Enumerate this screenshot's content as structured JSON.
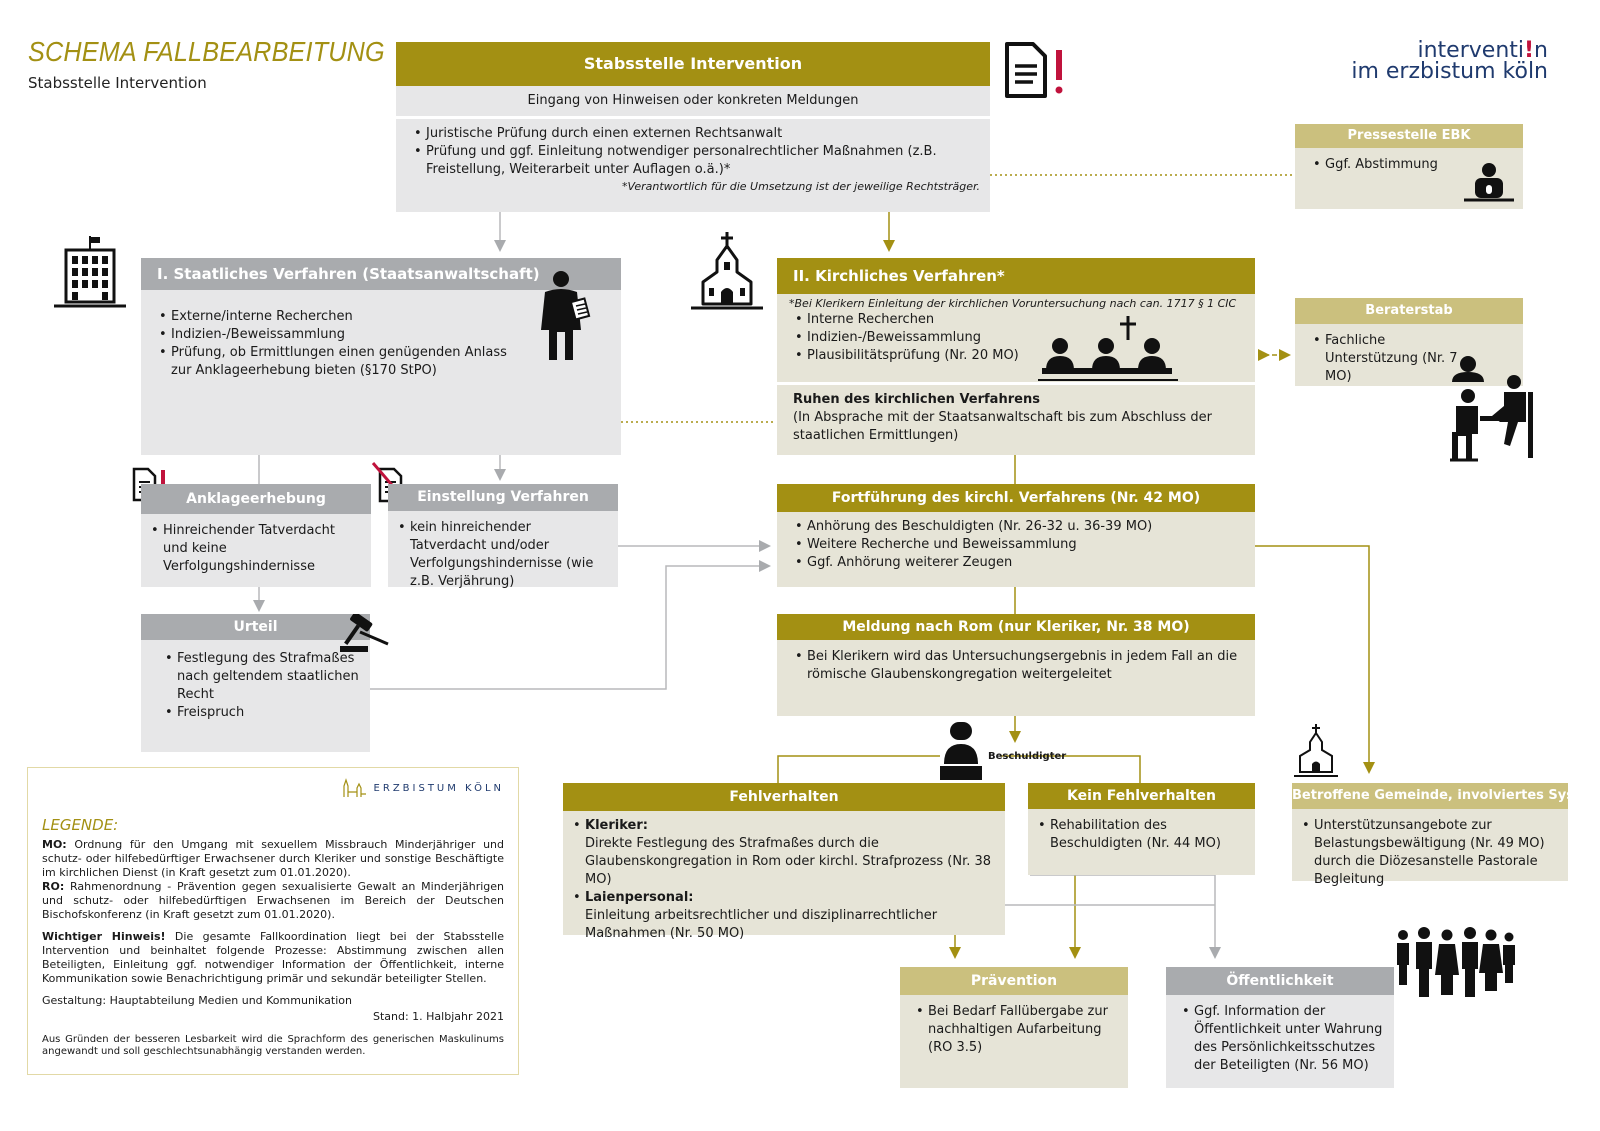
{
  "header": {
    "title": "SCHEMA FALLBEARBEITUNG",
    "subtitle": "Stabsstelle Intervention"
  },
  "logo": {
    "line1_pre": "interventi",
    "line1_mark": "!",
    "line1_post": "n",
    "line2": "im erzbistum köln"
  },
  "stabsstelle": {
    "title": "Stabsstelle Intervention",
    "subtitle": "Eingang von Hinweisen oder konkreten Meldungen",
    "items": [
      "Juristische Prüfung durch einen externen Rechtsanwalt",
      "Prüfung und ggf. Einleitung notwendiger personalrechtlicher Maßnahmen (z.B. Freistellung, Weiterarbeit unter Auflagen o.ä.)*"
    ],
    "note": "*Verantwortlich für die Umsetzung ist der jeweilige Rechtsträger."
  },
  "presse": {
    "title": "Pressestelle EBK",
    "items": [
      "Ggf. Abstimmung"
    ]
  },
  "staatlich": {
    "title": "I. Staatliches Verfahren (Staatsanwaltschaft)",
    "items": [
      "Externe/interne Recherchen",
      "Indizien-/Beweissammlung",
      "Prüfung, ob Ermittlungen einen genügenden Anlass zur Anklageerhebung bieten (§170 StPO)"
    ]
  },
  "kirchlich": {
    "title": "II. Kirchliches Verfahren*",
    "note": "*Bei Klerikern Einleitung der kirchlichen Voruntersuchung nach can. 1717 § 1 CIC",
    "items": [
      "Interne Recherchen",
      "Indizien-/Beweissammlung",
      "Plausibilitätsprüfung (Nr. 20 MO)"
    ],
    "ruhen_title": "Ruhen des kirchlichen Verfahrens",
    "ruhen_text": "(In Absprache mit der Staatsanwaltschaft bis zum Abschluss der staatlichen Ermittlungen)"
  },
  "beraterstab": {
    "title": "Beraterstab",
    "items": [
      "Fachliche Unterstützung (Nr. 7 MO)"
    ]
  },
  "anklage": {
    "title": "Anklageerhebung",
    "items": [
      "Hinreichender Tatverdacht und keine Verfolgungshindernisse"
    ]
  },
  "einstellung": {
    "title": "Einstellung Verfahren",
    "items": [
      "kein hinreichender Tatverdacht und/oder Verfolgungshindernisse (wie z.B. Verjährung)"
    ]
  },
  "urteil": {
    "title": "Urteil",
    "items": [
      "Festlegung des Strafmaßes nach geltendem staatlichen Recht",
      "Freispruch"
    ]
  },
  "fortfuehrung": {
    "title": "Fortführung des kirchl. Verfahrens (Nr. 42 MO)",
    "items": [
      "Anhörung des Beschuldigten (Nr. 26-32 u. 36-39 MO)",
      "Weitere Recherche und Beweissammlung",
      "Ggf. Anhörung weiterer Zeugen"
    ]
  },
  "meldung": {
    "title": "Meldung nach Rom (nur Kleriker, Nr. 38 MO)",
    "items": [
      "Bei Klerikern wird das Untersuchungsergebnis in jedem Fall an die römische Glaubenskongregation weitergeleitet"
    ]
  },
  "beschuldigter_label": "Beschuldigter",
  "fehlverhalten": {
    "title": "Fehlverhalten",
    "k_label": "Kleriker:",
    "k_text": "Direkte Festlegung des Strafmaßes durch die Glaubenskongregation in Rom oder kirchl. Strafprozess (Nr. 38 MO)",
    "l_label": "Laienpersonal:",
    "l_text": "Einleitung arbeitsrechtlicher und disziplinarrechtlicher Maßnahmen (Nr. 50 MO)"
  },
  "kein_fehlverhalten": {
    "title": "Kein Fehlverhalten",
    "items": [
      "Rehabilitation des Beschuldigten (Nr. 44 MO)"
    ]
  },
  "gemeinde": {
    "title": "Betroffene Gemeinde, involviertes System",
    "items": [
      "Unterstützunsangebote zur Belastungsbewältigung (Nr. 49 MO) durch die Diözesanstelle Pastorale Begleitung"
    ]
  },
  "praevention": {
    "title": "Prävention",
    "items": [
      "Bei Bedarf Fallübergabe zur nachhaltigen Aufarbeitung (RO 3.5)"
    ]
  },
  "oeffentlichkeit": {
    "title": "Öffentlichkeit",
    "items": [
      "Ggf. Information der Öffentlichkeit unter Wahrung des Persönlichkeitsschutzes der Beteiligten (Nr. 56 MO)"
    ]
  },
  "legend": {
    "brand": "ERZBISTUM KÖLN",
    "title": "LEGENDE:",
    "mo_label": "MO:",
    "mo_text": "Ordnung für den Umgang mit sexuellem Missbrauch Minderjähriger und schutz- oder hilfebedürftiger Erwachsener durch Kleriker und sonstige Beschäftigte im kirchlichen Dienst (in Kraft gesetzt zum 01.01.2020).",
    "ro_label": "RO:",
    "ro_text": "Rahmenordnung - Prävention gegen sexualisierte Gewalt an Minderjährigen und schutz- oder hilfebedürftigen Erwachsenen im Bereich der Deutschen Bischofskonferenz (in Kraft gesetzt zum 01.01.2020).",
    "hint_label": "Wichtiger Hinweis!",
    "hint_text": "Die gesamte Fallkoordination liegt bei der Stabsstelle Intervention und beinhaltet folgende Prozesse: Abstimmung zwischen allen Beteiligten, Einleitung ggf. notwendiger Information der Öffentlichkeit, interne Kommunikation sowie Benachrichtigung primär und sekundär beteiligter Stellen.",
    "design": "Gestaltung: Hauptabteilung Medien und Kommunikation",
    "stand": "Stand: 1. Halbjahr 2021",
    "small": "Aus Gründen der besseren Lesbarkeit wird die Sprachform des generischen Maskulinums angewandt und soll geschlechtsunabhängig verstanden werden."
  },
  "colors": {
    "gold": "#a39013",
    "gray_header": "#a9abae",
    "tan_header": "#cbc07e",
    "body_beige": "#e6e4d7",
    "body_gray": "#e7e7e8",
    "accent_red": "#c0123c",
    "logo_blue": "#1f3a6e"
  },
  "icons": [
    "document-alert-icon",
    "building-icon",
    "lawyer-icon",
    "church-icon",
    "tribunal-icon",
    "journalist-icon",
    "counseling-icon",
    "document-crossed-icon",
    "gavel-icon",
    "accused-person-icon",
    "group-icon"
  ]
}
